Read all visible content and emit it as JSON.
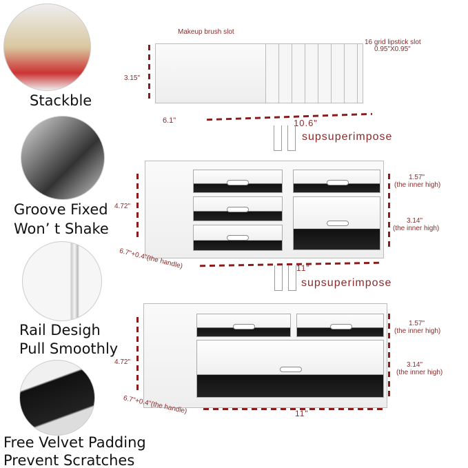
{
  "features": [
    {
      "caption_lines": [
        "Stackble"
      ]
    },
    {
      "caption_lines": [
        "Groove Fixed",
        "Won’ t Shake"
      ]
    },
    {
      "caption_lines": [
        "Rail Desigh",
        "Pull Smoothly"
      ]
    },
    {
      "caption_lines": [
        "Free Velvet Padding",
        "Prevent Scratches"
      ]
    }
  ],
  "top_tray": {
    "brush_label": "Makeup brush slot",
    "lipstick_label": "16 grid lipstick slot",
    "lipstick_size": "0.95\"X0.95\"",
    "height": "3.15\"",
    "depth": "6.1\"",
    "width": "10.6\""
  },
  "stack_label": "supsuperimpose",
  "middle_unit": {
    "height": "4.72\"",
    "depth": "6.7\"+0.4\"(the handle)",
    "width": "11\"",
    "small_drawer_height": "1.57\"",
    "small_drawer_note": "(the inner high)",
    "large_drawer_height": "3.14\"",
    "large_drawer_note": "(the inner high)"
  },
  "bottom_unit": {
    "height": "4.72\"",
    "depth": "6.7\"+0.4\"(the handle)",
    "width": "11\"",
    "small_drawer_height": "1.57\"",
    "small_drawer_note": "(the inner high)",
    "large_drawer_height": "3.14\"",
    "large_drawer_note": "(the inner high)"
  },
  "colors": {
    "annotation": "#8b2a2a",
    "dimension_line": "#8b1a1a"
  }
}
